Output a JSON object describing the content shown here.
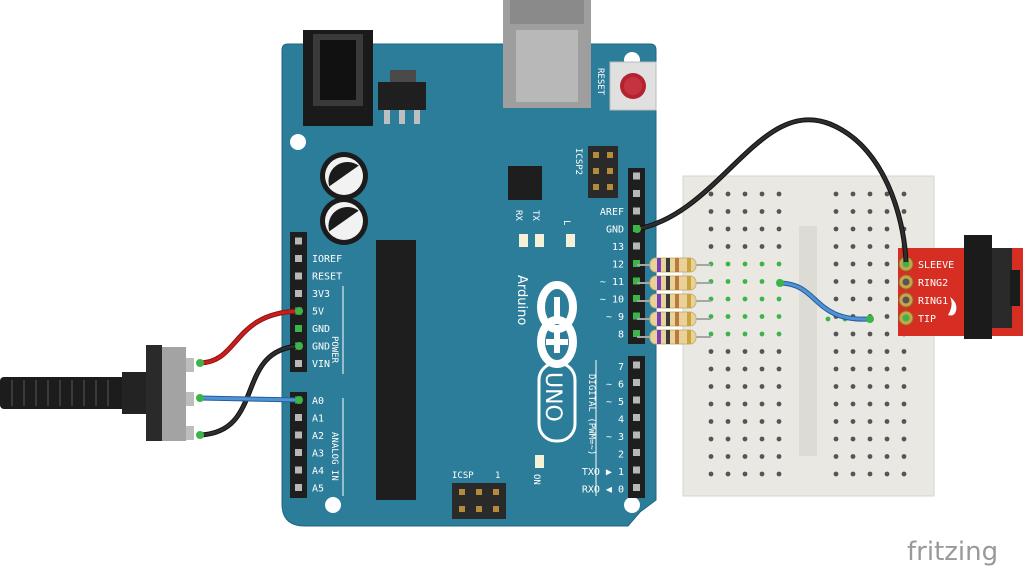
{
  "board": {
    "name": "Arduino",
    "model": "UNO",
    "reset_label": "RESET",
    "icsp2_label": "ICSP2",
    "icsp_label": "ICSP",
    "icsp_pin1": "1",
    "on_label": "ON",
    "led_l": "L",
    "led_tx": "TX",
    "led_rx": "RX",
    "power_header": "POWER",
    "analog_header": "ANALOG IN",
    "digital_header": "DIGITAL (PWM=~)",
    "power_pins": [
      "IOREF",
      "RESET",
      "3V3",
      "5V",
      "GND",
      "GND",
      "VIN"
    ],
    "analog_pins": [
      "A0",
      "A1",
      "A2",
      "A3",
      "A4",
      "A5"
    ],
    "digital_high": [
      "AREF",
      "GND",
      "13",
      "12",
      "~ 11",
      "~ 10",
      "~ 9",
      "8"
    ],
    "digital_low": [
      "7",
      "~ 6",
      "~ 5",
      "4",
      "~ 3",
      "2",
      "TXO ▶ 1",
      "RXO ◀ 0"
    ]
  },
  "audio_jack": {
    "pins": [
      "SLEEVE",
      "RING2",
      "RING1",
      "TIP"
    ]
  },
  "watermark": "fritzing",
  "colors": {
    "board": "#2b7d99",
    "breadboard": "#e9e8e3",
    "jack_pcb": "#d62e23",
    "wire_red": "#cc1d1d",
    "wire_black": "#222222",
    "wire_blue": "#3b7fc4",
    "green_hole": "#3bb54a"
  }
}
